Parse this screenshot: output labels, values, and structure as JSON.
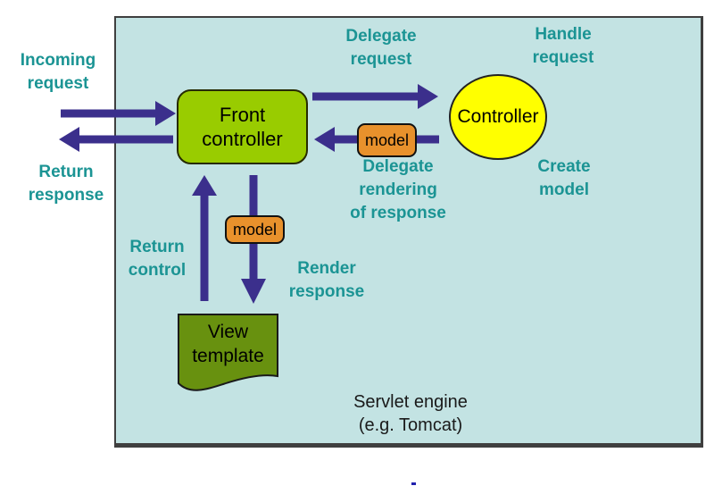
{
  "diagram": {
    "container_label": "Servlet engine\n(e.g. Tomcat)",
    "nodes": {
      "front_controller": "Front\ncontroller",
      "controller": "Controller",
      "model_upper": "model",
      "model_lower": "model",
      "view_template": "View\ntemplate"
    },
    "annotations": {
      "incoming_request": "Incoming\nrequest",
      "return_response": "Return\nresponse",
      "delegate_request": "Delegate\nrequest",
      "handle_request": "Handle\nrequest",
      "delegate_rendering": "Delegate\nrendering\nof response",
      "create_model": "Create\nmodel",
      "return_control": "Return\ncontrol",
      "render_response": "Render\nresponse"
    },
    "colors": {
      "accent_teal": "#1B9494",
      "arrow_purple": "#3B2F8C",
      "node_green": "#99CC00",
      "node_yellow": "#FFFF00",
      "node_orange": "#E8912C",
      "node_olive": "#68910F",
      "engine_bg": "#C3E3E3"
    }
  }
}
